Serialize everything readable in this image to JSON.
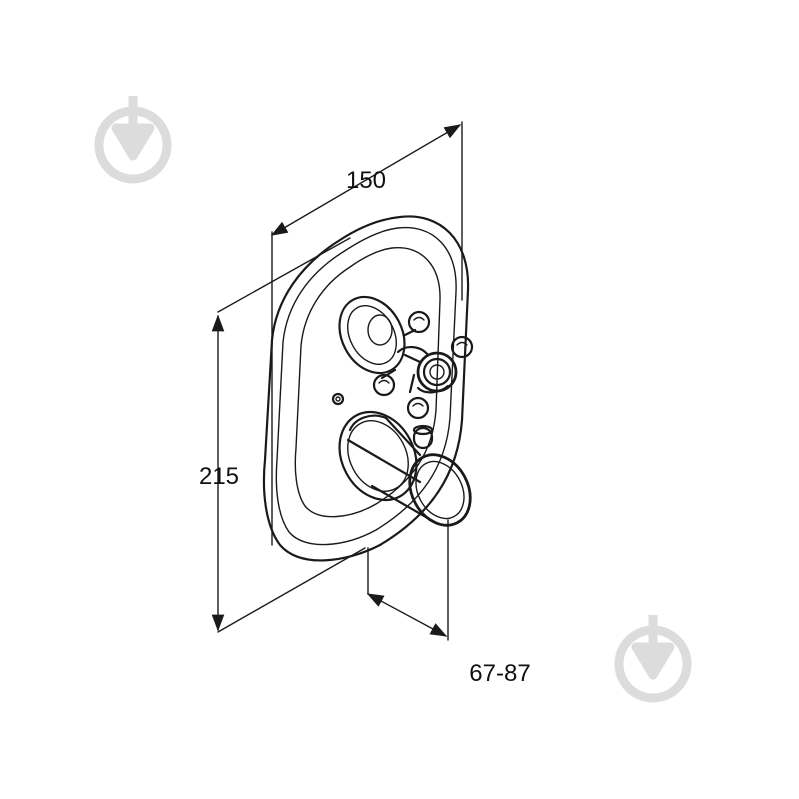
{
  "dimensions": {
    "width": "150",
    "height": "215",
    "depth": "67-87"
  },
  "colors": {
    "line": "#1a1a1a",
    "watermark": "#d9d9d9",
    "background": "#ffffff"
  },
  "icons": {
    "watermark": "download-arrow-icon"
  }
}
